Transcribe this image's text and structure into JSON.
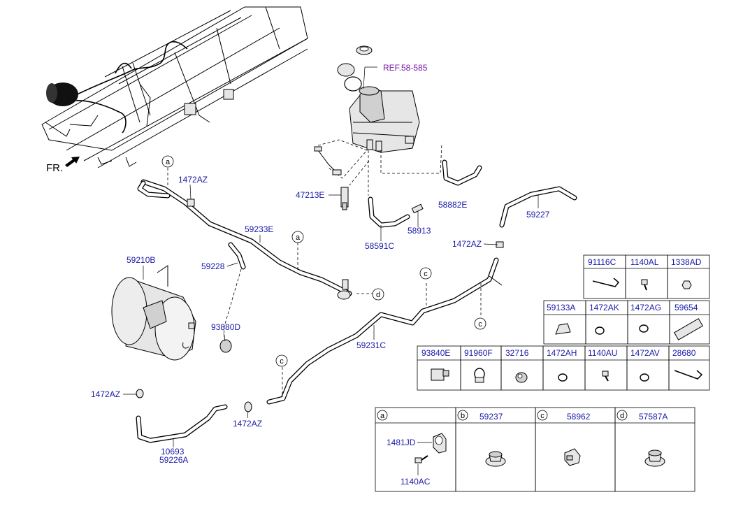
{
  "direction_label": "FR.",
  "reference_label": "REF.58-585",
  "callouts": {
    "c_47213E": "47213E",
    "c_58882E": "58882E",
    "c_58913": "58913",
    "c_58591C": "58591C",
    "c_59227": "59227",
    "c_1472AZ_a": "1472AZ",
    "c_1472AZ_b": "1472AZ",
    "c_1472AZ_c": "1472AZ",
    "c_1472AZ_d": "1472AZ",
    "c_59233E": "59233E",
    "c_59228": "59228",
    "c_59210B": "59210B",
    "c_93880D": "93880D",
    "c_59231C": "59231C",
    "c_10693": "10693",
    "c_59226A": "59226A"
  },
  "circle_letters": {
    "a1": "a",
    "a2": "a",
    "c1": "c",
    "c2": "c",
    "c3": "c",
    "d1": "d"
  },
  "parts_table": {
    "row1": [
      "91116C",
      "1140AL",
      "1338AD"
    ],
    "row2": [
      "59133A",
      "1472AK",
      "1472AG",
      "59654"
    ],
    "row3": [
      "93840E",
      "91960F",
      "32716",
      "1472AH",
      "1140AU",
      "1472AV",
      "28680"
    ]
  },
  "letter_table": {
    "cols": [
      {
        "letter": "a",
        "part": ""
      },
      {
        "letter": "b",
        "part": "59237"
      },
      {
        "letter": "c",
        "part": "58962"
      },
      {
        "letter": "d",
        "part": "57587A"
      }
    ],
    "a_parts": [
      "1481JD",
      "1140AC"
    ]
  }
}
